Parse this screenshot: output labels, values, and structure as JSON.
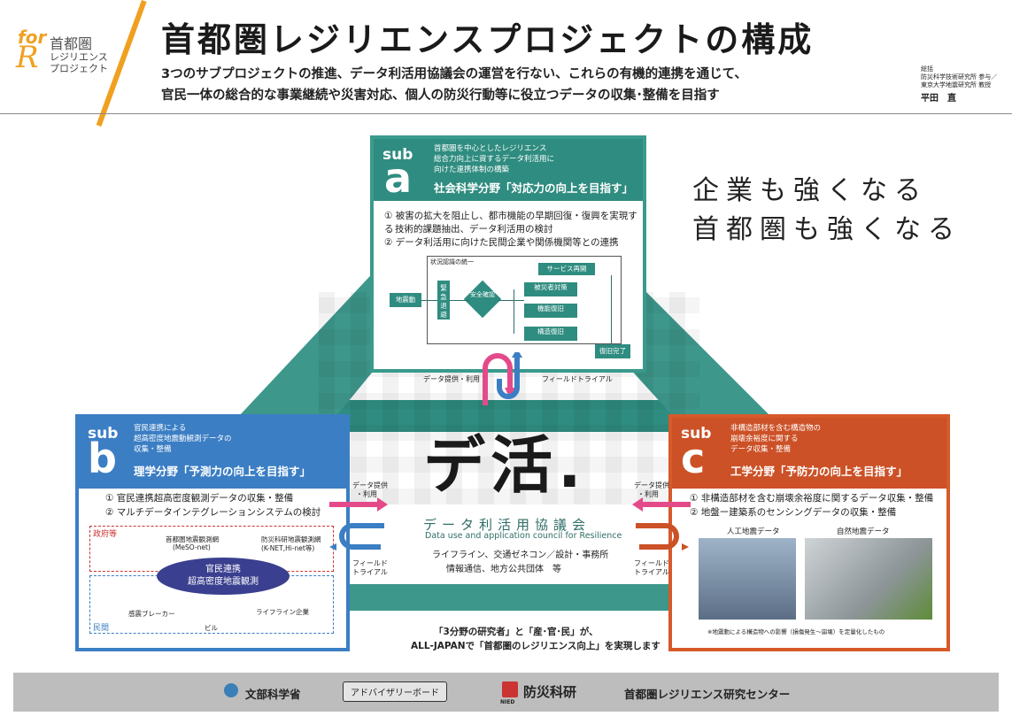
{
  "header": {
    "logo_for": "for",
    "logo_r": "R",
    "logo_line1": "首都圏",
    "logo_line2": "レジリエンス",
    "logo_line3": "プロジェクト",
    "title": "首都圏レジリエンスプロジェクトの構成",
    "subtitle_line1": "3つのサブプロジェクトの推進、データ利活用協議会の運営を行ない、これらの有機的連携を通じて、",
    "subtitle_line2": "官民一体の総合的な事業継続や災害対応、個人の防災行動等に役立つデータの収集･整備を目指す",
    "author_role1": "総括",
    "author_role2": "防災科学技術研究所 参与／",
    "author_role3": "東京大学地震研究所 教授",
    "author_name": "平田　直"
  },
  "slogan": {
    "line1": "企業も強くなる",
    "line2": "首都圏も強くなる"
  },
  "sub_a": {
    "sub": "sub",
    "letter": "a",
    "desc1": "首都圏を中心としたレジリエンス",
    "desc2": "総合力向上に資するデータ利活用に",
    "desc3": "向けた連携体制の構築",
    "field": "社会科学分野「対応力の向上を目指す」",
    "item1a": "① 被害の拡大を阻止し、都市機能の早期回復・復興を実現する",
    "item1b": "技術的課題抽出、データ利活用の検討",
    "item2": "② データ利活用に向けた民間企業や関係機関等との連携",
    "flow": {
      "unify": "状況認識の統一",
      "quake": "地震動",
      "emergency": "緊急退避",
      "safety": "安全確認",
      "service": "サービス再開",
      "victim": "被災者対策",
      "function": "機能復旧",
      "structure": "構造復旧",
      "complete": "復旧完了"
    }
  },
  "sub_b": {
    "sub": "sub",
    "letter": "b",
    "desc1": "官民連携による",
    "desc2": "超高密度地震動観測データの",
    "desc3": "収集・整備",
    "field": "理学分野「予測力の向上を目指す」",
    "item1": "① 官民連携超高密度観測データの収集・整備",
    "item2": "② マルチデータインテグレーションシステムの検討",
    "govt": "政府等",
    "private": "民間",
    "meso": "首都圏地震観測網",
    "meso2": "(MeSO-net)",
    "knet": "防災科研地震観測網",
    "knet2": "(K-NET,Hi-net等)",
    "center1": "官民連携",
    "center2": "超高密度地震観測",
    "breaker": "感震ブレーカー",
    "lifeline": "ライフライン企業",
    "building": "ビル"
  },
  "sub_c": {
    "sub": "sub",
    "letter": "c",
    "desc1": "非構造部材を含む構造物の",
    "desc2": "崩壊余裕度に関する",
    "desc3": "データ収集・整備",
    "field": "工学分野「予防力の向上を目指す」",
    "item1": "① 非構造部材を含む崩壊余裕度に関するデータ収集・整備",
    "item2": "② 地盤ー建築系のセンシングデータの収集・整備",
    "artificial": "人工地震データ",
    "natural": "自然地震データ",
    "note": "※地震動による構造物への影響（損傷発生～崩壊）を定量化したもの"
  },
  "center": {
    "logo": "デ活.",
    "council": "データ利活用協議会",
    "council_en": "Data use and application council for Resilience",
    "members1": "ライフライン、交通ゼネコン／設計・事務所",
    "members2": "情報通信、地方公共団体　等",
    "data_provide": "データ提供・利用",
    "field_trial": "フィールドトライアル",
    "data_provide_l1": "データ提供",
    "data_provide_l2": "・利用",
    "field_l1": "フィールド",
    "field_l2": "トライアル"
  },
  "bottom": {
    "line1": "「3分野の研究者」と「産･官･民」が、",
    "line2": "ALL-JAPANで「首都圏のレジリエンス向上」を実現します"
  },
  "footer": {
    "mext": "文部科学省",
    "advisory": "アドバイザリーボード",
    "nied": "防災科研",
    "nied_en": "NIED",
    "center": "首都圏レジリエンス研究センター"
  },
  "colors": {
    "teal": "#2f8c80",
    "blue": "#3b7ec4",
    "orange": "#cc5127",
    "accent": "#f0a020"
  }
}
